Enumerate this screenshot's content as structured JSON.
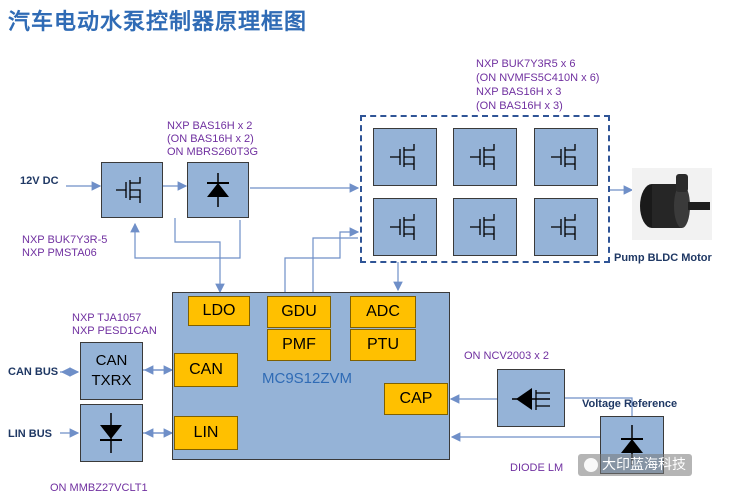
{
  "title": "汽车电动水泵控制器原理框图",
  "inputs": {
    "power": "12V DC",
    "can_bus": "CAN BUS",
    "lin_bus": "LIN BUS"
  },
  "notes": {
    "protect_fet": [
      "NXP BUK7Y3R-5",
      "NXP PMSTA06"
    ],
    "diode": [
      "NXP BAS16H x 2",
      "(ON BAS16H x 2)",
      "ON    MBRS260T3G"
    ],
    "bridge": [
      "NXP  BUK7Y3R5 x 6",
      "(ON   NVMFS5C410N x 6)",
      "NXP  BAS16H x 3",
      "(ON    BAS16H x 3)"
    ],
    "can": [
      "NXP TJA1057",
      "NXP PESD1CAN"
    ],
    "lin_tvs": "ON MMBZ27VCLT1",
    "cap_driver": "ON    NCV2003 x 2",
    "vref_part": "DIODE   LM"
  },
  "labels": {
    "pump": "Pump BLDC Motor",
    "vref": "Voltage Reference",
    "watermark": "大印蓝海科技"
  },
  "blocks": {
    "can_txrx_line1": "CAN",
    "can_txrx_line2": "TXRX",
    "mcu": "MC9S12ZVM",
    "ldo": "LDO",
    "gdu": "GDU",
    "adc": "ADC",
    "pmf": "PMF",
    "ptu": "PTU",
    "can": "CAN",
    "lin": "LIN",
    "cap": "CAP"
  },
  "colors": {
    "title": "#2f6bb5",
    "box_fill": "#95b3d7",
    "module_fill": "#ffc000",
    "note": "#7030a0",
    "wire": "#6f8fc8"
  }
}
